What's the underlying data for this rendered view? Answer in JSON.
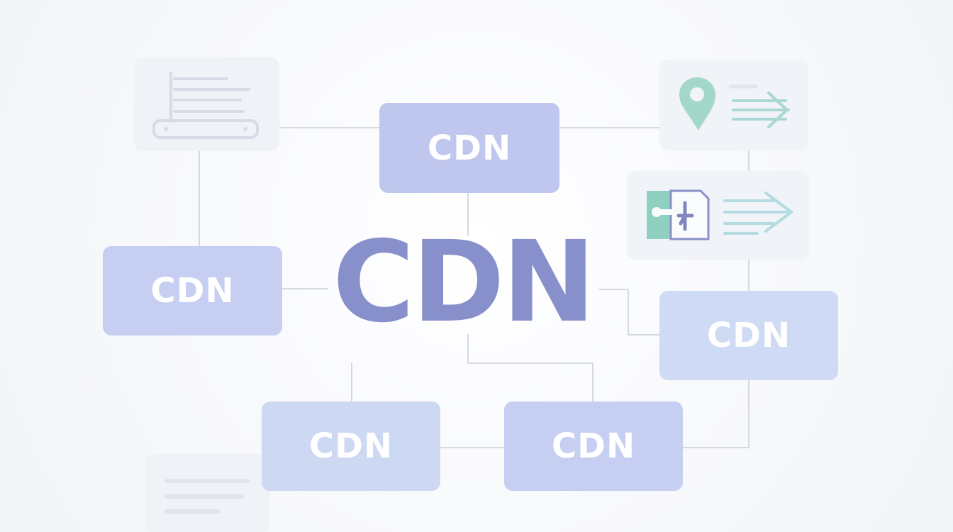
{
  "diagram": {
    "center_label": "CDN",
    "nodes": [
      {
        "id": "top",
        "label": "CDN"
      },
      {
        "id": "left",
        "label": "CDN"
      },
      {
        "id": "right",
        "label": "CDN"
      },
      {
        "id": "bottom-left",
        "label": "CDN"
      },
      {
        "id": "bottom-right",
        "label": "CDN"
      }
    ],
    "icons": [
      {
        "name": "server-rack-icon"
      },
      {
        "name": "location-pin-icon"
      },
      {
        "name": "forward-arrows-icon"
      },
      {
        "name": "document-card-icon"
      },
      {
        "name": "text-lines-icon"
      }
    ]
  },
  "colors": {
    "background": "#f7f8fb",
    "center_text": "#8790ca",
    "node_blue": "#c0c8ee",
    "node_light_blue": "#cfdbf4",
    "connector": "#d8dbe3",
    "teal_accent": "#91d2bd",
    "slate_accent": "#7e85b8"
  }
}
